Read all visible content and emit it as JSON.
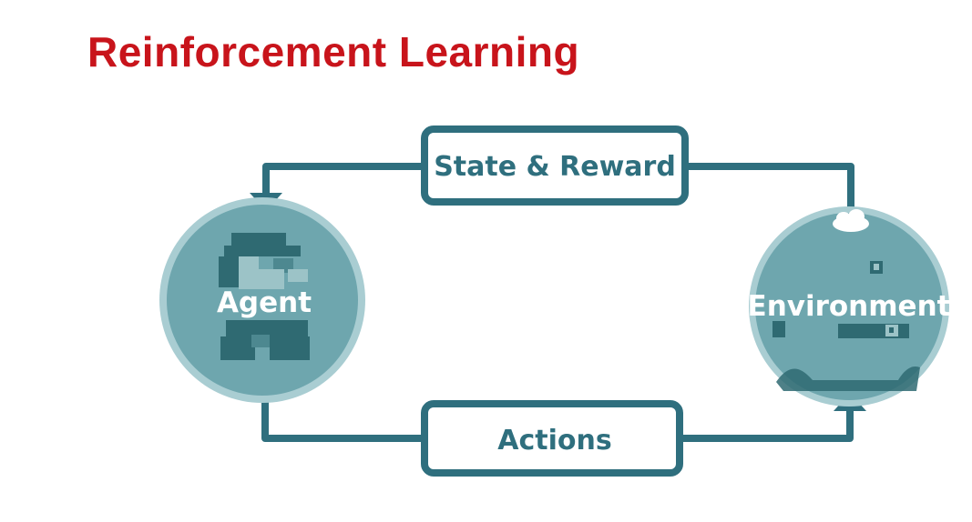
{
  "title": "Reinforcement Learning",
  "colors": {
    "title": "#c8141b",
    "teal_line": "#2f6f7e",
    "circle_fill": "#6ea6ae",
    "circle_ring": "#a9cdd2",
    "pixel_dark": "#2f6a72",
    "pixel_mid": "#4d8890",
    "pixel_light": "#9cc3c7"
  },
  "diagram": {
    "top_box_label": "State & Reward",
    "bottom_box_label": "Actions",
    "agent_label": "Agent",
    "environment_label": "Environment"
  }
}
